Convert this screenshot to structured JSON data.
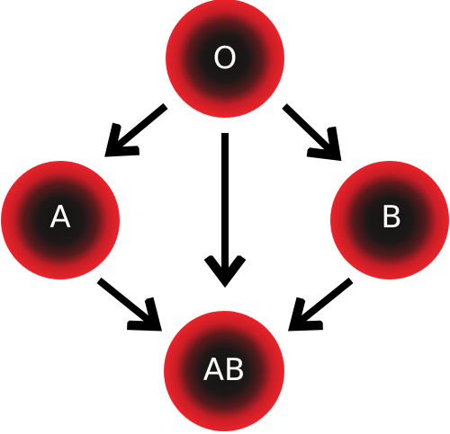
{
  "colors": {
    "node_outer": "#e8202a",
    "node_inner": "#1a1616",
    "arrow": "#000000",
    "text": "#ffffff",
    "background": "#ffffff"
  },
  "nodes": {
    "o": {
      "label": "O"
    },
    "a": {
      "label": "A"
    },
    "b": {
      "label": "B"
    },
    "ab": {
      "label": "AB"
    }
  },
  "edges": [
    {
      "from": "O",
      "to": "A"
    },
    {
      "from": "O",
      "to": "AB"
    },
    {
      "from": "O",
      "to": "B"
    },
    {
      "from": "A",
      "to": "AB"
    },
    {
      "from": "B",
      "to": "AB"
    }
  ]
}
